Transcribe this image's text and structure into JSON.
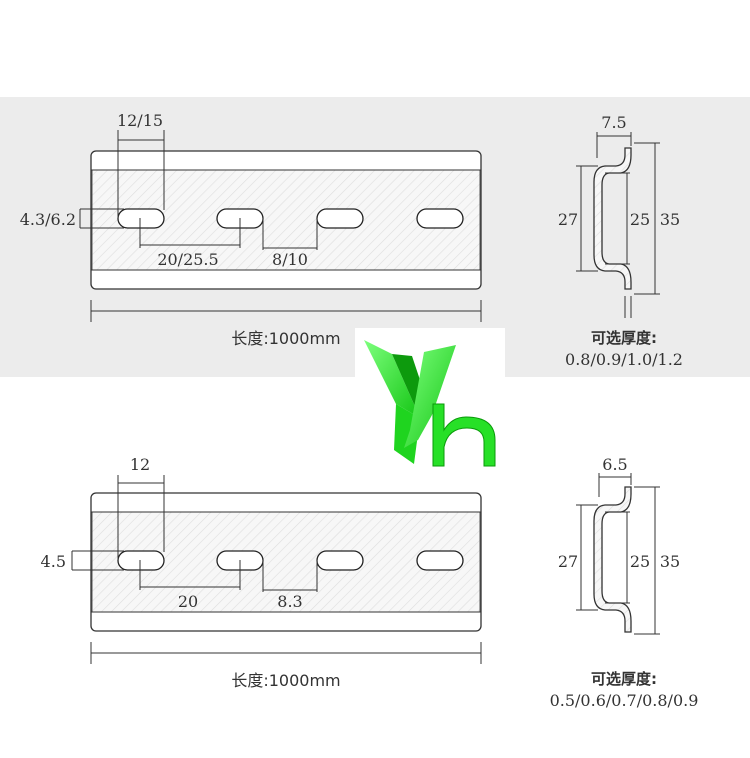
{
  "upper_rail": {
    "slot_width": "12/15",
    "slot_height": "4.3/6.2",
    "slot_spacing": "20/25.5",
    "slot_gap": "8/10",
    "length_label": "长度:1000mm",
    "profile": {
      "top_width": "7.5",
      "inner_height": "27",
      "middle_height": "25",
      "outer_height": "35"
    },
    "thickness_title": "可选厚度:",
    "thickness_values": "0.8/0.9/1.0/1.2"
  },
  "lower_rail": {
    "slot_width": "12",
    "slot_height": "4.5",
    "slot_spacing": "20",
    "slot_gap": "8.3",
    "length_label": "长度:1000mm",
    "profile": {
      "top_width": "6.5",
      "inner_height": "27",
      "middle_height": "25",
      "outer_height": "35"
    },
    "thickness_title": "可选厚度:",
    "thickness_values": "0.5/0.6/0.7/0.8/0.9"
  },
  "colors": {
    "band": "#ececec",
    "line": "#333333",
    "logo_green": "#22dd22"
  },
  "logo": {
    "icon": "vh-logo-icon"
  }
}
